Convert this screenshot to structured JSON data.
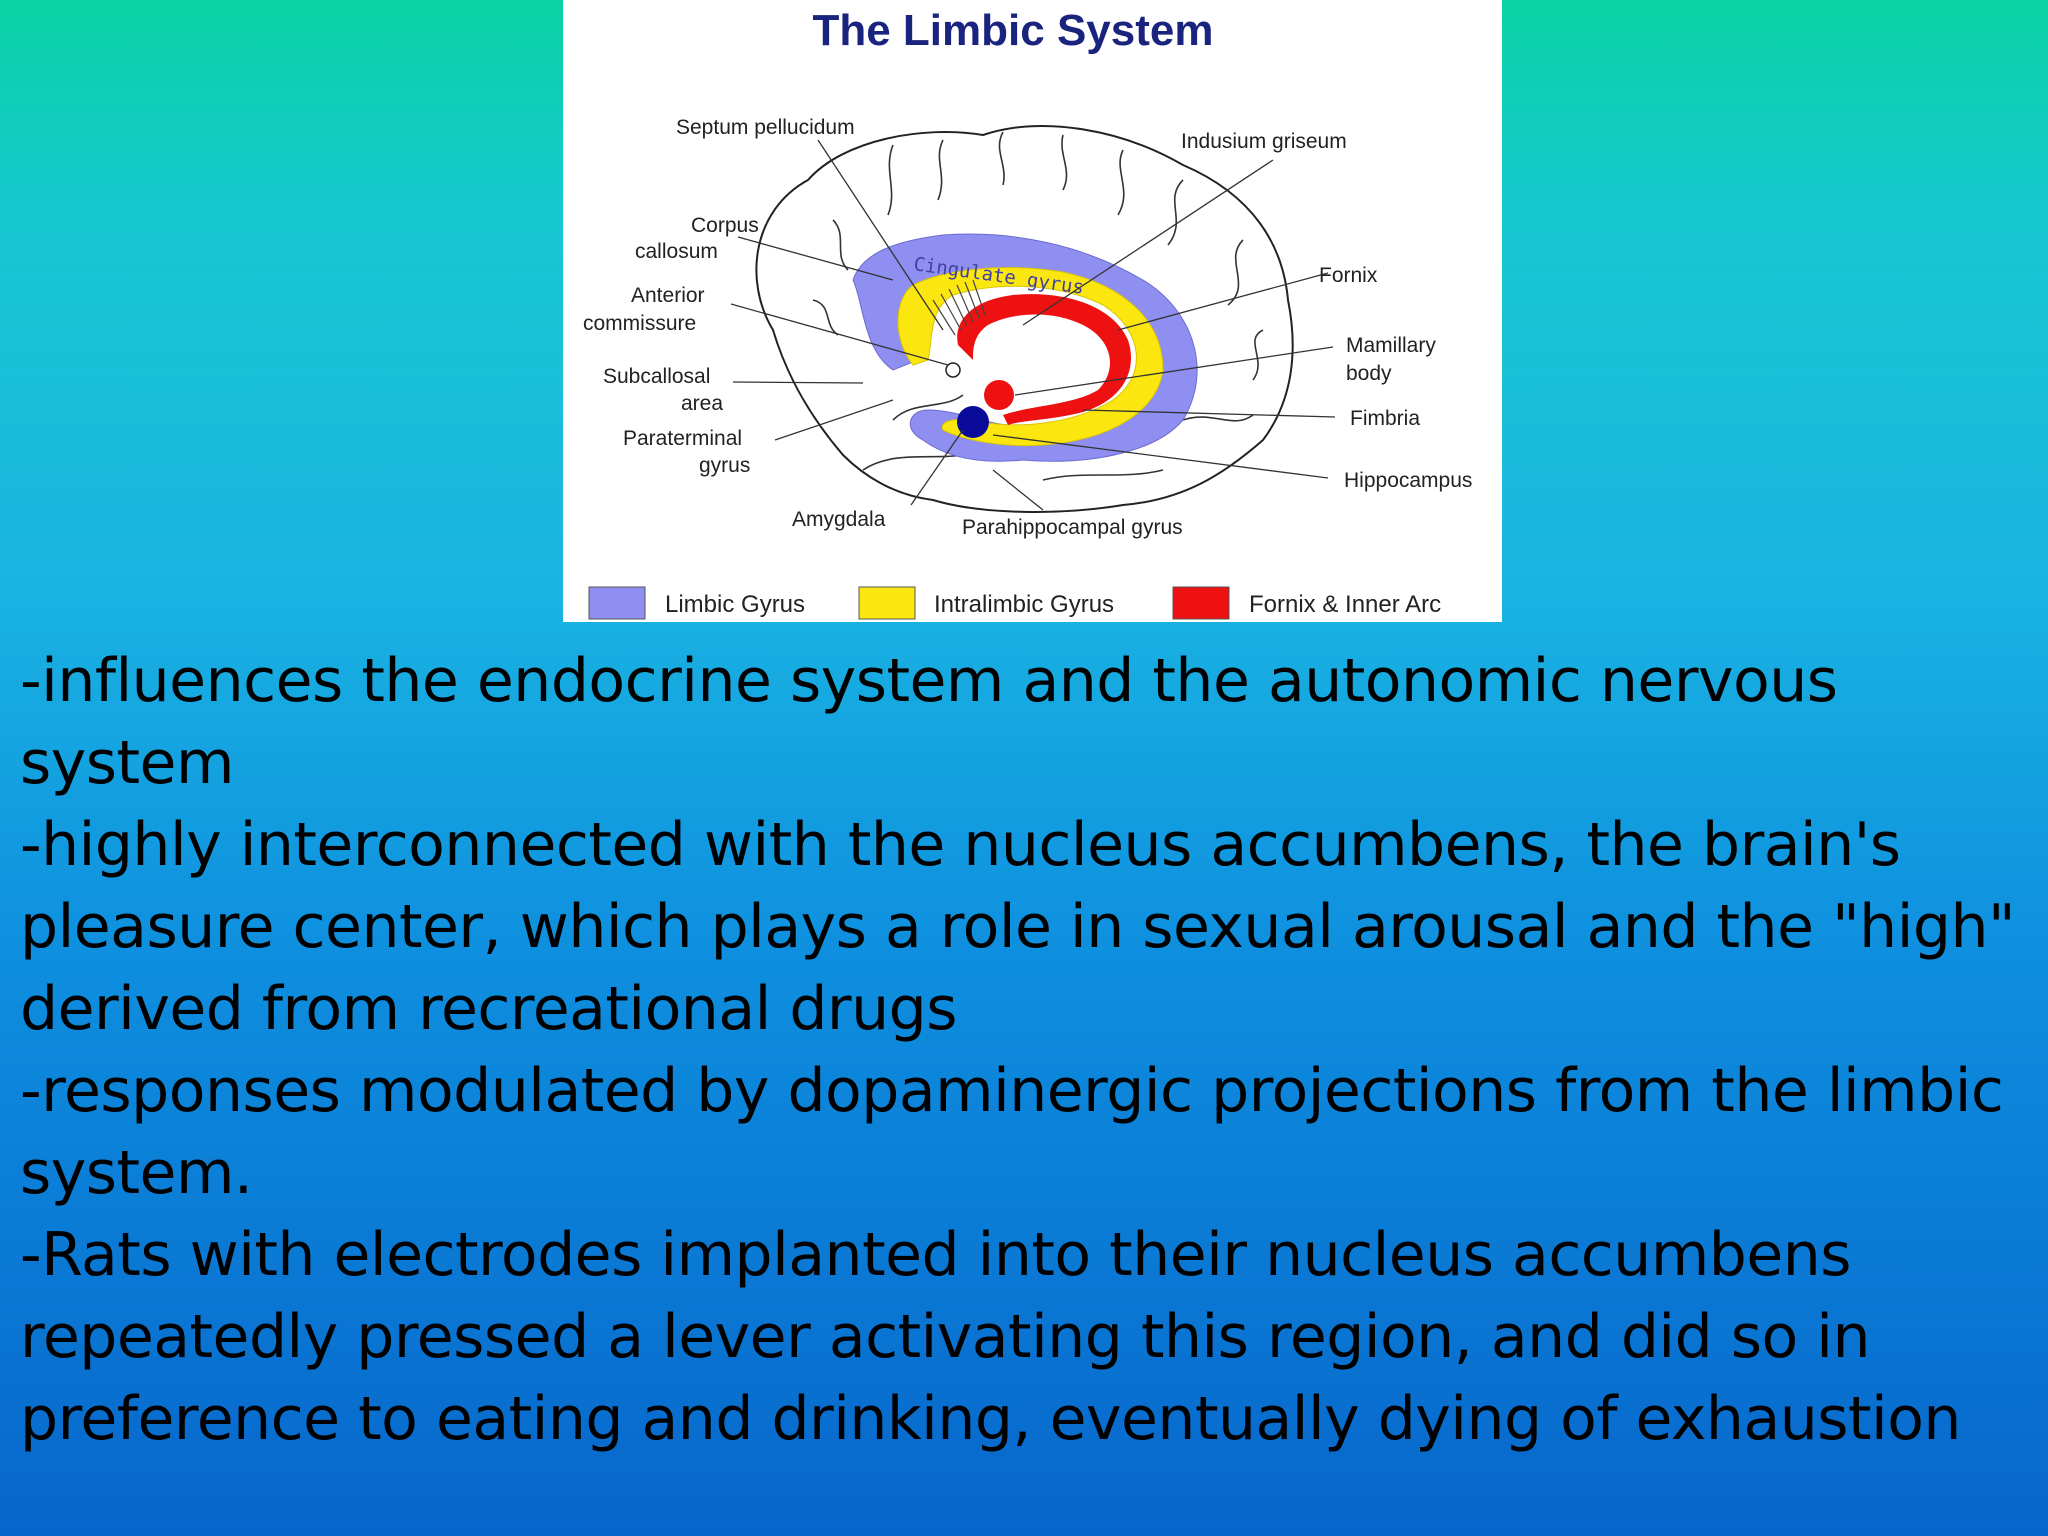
{
  "figure": {
    "title": "The Limbic System",
    "gyrus_label": "Cingulate gyrus",
    "labels": [
      "Septum pellucidum",
      "Indusium griseum",
      "Corpus",
      "callosum",
      "Fornix",
      "Anterior",
      "commissure",
      "Mamillary",
      "body",
      "Subcallosal",
      "area",
      "Fimbria",
      "Paraterminal",
      "gyrus",
      "Hippocampus",
      "Amygdala",
      "Parahippocampal gyrus"
    ],
    "legend": [
      {
        "label": "Limbic Gyrus",
        "color": "#8f8ff2"
      },
      {
        "label": "Intralimbic Gyrus",
        "color": "#fbe610"
      },
      {
        "label": "Fornix & Inner Arc",
        "color": "#ee1111"
      }
    ],
    "colors": {
      "amygdala": "#0a0a9a",
      "title": "#1a237e"
    }
  },
  "bullets": [
    "-influences the endocrine system and the autonomic nervous system",
    "-highly interconnected with the nucleus accumbens, the brain's pleasure center, which plays a role in sexual arousal and the \"high\" derived from  recreational drugs",
    "-responses modulated by dopaminergic projections from the limbic system.",
    "-Rats with electrodes implanted into their nucleus accumbens  repeatedly pressed a lever activating this region, and did so in preference to eating and drinking, eventually dying of exhaustion"
  ]
}
